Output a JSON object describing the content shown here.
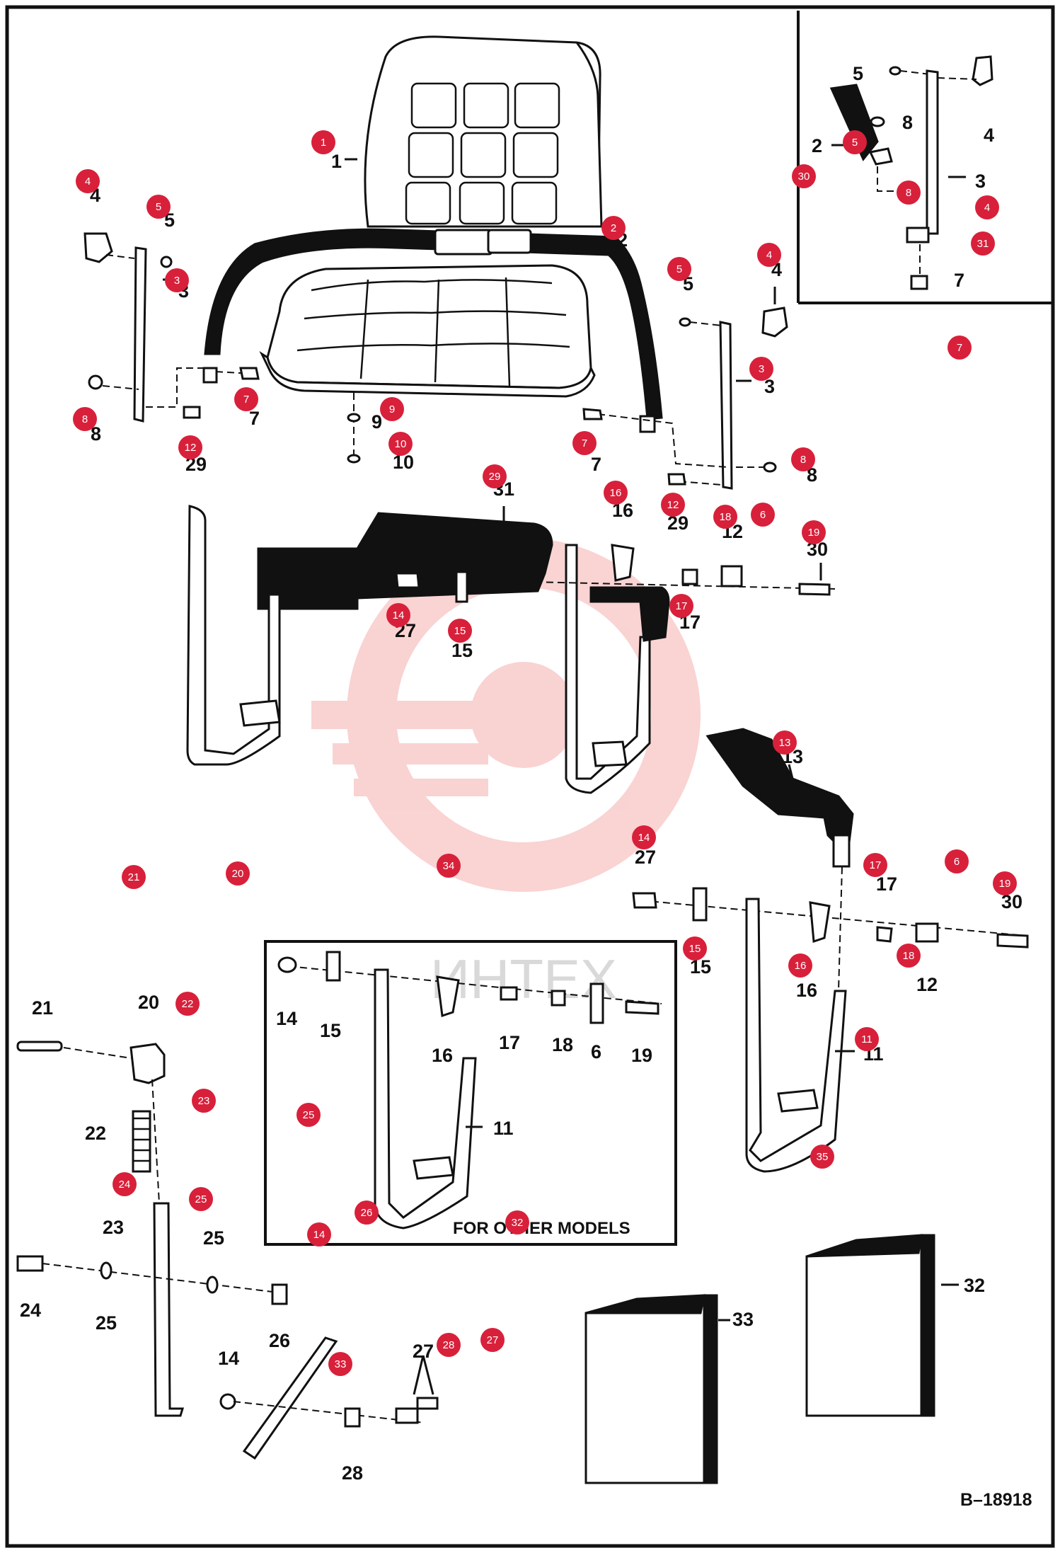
{
  "diagram": {
    "inset_note": "FOR OTHER MODELS",
    "drawing_code": "B–18918",
    "watermark": "ИНТЕХ",
    "colors": {
      "marker": "#d8203a",
      "line": "#111111",
      "watermark": "#f2b8b8"
    }
  },
  "part_labels": [
    {
      "id": "l1",
      "text": "1"
    },
    {
      "id": "l2",
      "text": "2"
    },
    {
      "id": "l3a",
      "text": "3"
    },
    {
      "id": "l4a",
      "text": "4"
    },
    {
      "id": "l5a",
      "text": "5"
    },
    {
      "id": "l7a",
      "text": "7"
    },
    {
      "id": "l8a",
      "text": "8"
    },
    {
      "id": "l29a",
      "text": "29"
    },
    {
      "id": "l9",
      "text": "9"
    },
    {
      "id": "l10",
      "text": "10"
    },
    {
      "id": "l5b",
      "text": "5"
    },
    {
      "id": "l4b",
      "text": "4"
    },
    {
      "id": "l3b",
      "text": "3"
    },
    {
      "id": "l7b",
      "text": "7"
    },
    {
      "id": "l8b",
      "text": "8"
    },
    {
      "id": "l29b",
      "text": "29"
    },
    {
      "id": "l31",
      "text": "31"
    },
    {
      "id": "l16a",
      "text": "16"
    },
    {
      "id": "l12a",
      "text": "12"
    },
    {
      "id": "l30a",
      "text": "30"
    },
    {
      "id": "l27a",
      "text": "27"
    },
    {
      "id": "l15a",
      "text": "15"
    },
    {
      "id": "l17a",
      "text": "17"
    },
    {
      "id": "l13",
      "text": "13"
    },
    {
      "id": "l27b",
      "text": "27"
    },
    {
      "id": "l17b",
      "text": "17"
    },
    {
      "id": "l30b",
      "text": "30"
    },
    {
      "id": "l15b",
      "text": "15"
    },
    {
      "id": "l16b",
      "text": "16"
    },
    {
      "id": "l12b",
      "text": "12"
    },
    {
      "id": "l11a",
      "text": "11"
    },
    {
      "id": "l14i",
      "text": "14"
    },
    {
      "id": "l15i",
      "text": "15"
    },
    {
      "id": "l16i",
      "text": "16"
    },
    {
      "id": "l17i",
      "text": "17"
    },
    {
      "id": "l18i",
      "text": "18"
    },
    {
      "id": "l6i",
      "text": "6"
    },
    {
      "id": "l19i",
      "text": "19"
    },
    {
      "id": "l11i",
      "text": "11"
    },
    {
      "id": "l21",
      "text": "21"
    },
    {
      "id": "l20",
      "text": "20"
    },
    {
      "id": "l22",
      "text": "22"
    },
    {
      "id": "l23",
      "text": "23"
    },
    {
      "id": "l25a",
      "text": "25"
    },
    {
      "id": "l24",
      "text": "24"
    },
    {
      "id": "l25b",
      "text": "25"
    },
    {
      "id": "l26",
      "text": "26"
    },
    {
      "id": "l14b",
      "text": "14"
    },
    {
      "id": "l27c",
      "text": "27"
    },
    {
      "id": "l28",
      "text": "28"
    },
    {
      "id": "l33",
      "text": "33"
    },
    {
      "id": "l32",
      "text": "32"
    },
    {
      "id": "lr5",
      "text": "5"
    },
    {
      "id": "lr4",
      "text": "4"
    },
    {
      "id": "lr8",
      "text": "8"
    },
    {
      "id": "lr2",
      "text": "2"
    },
    {
      "id": "lr3",
      "text": "3"
    },
    {
      "id": "lr7",
      "text": "7"
    }
  ],
  "markers": [
    {
      "id": "m1",
      "text": "1"
    },
    {
      "id": "m2",
      "text": "2"
    },
    {
      "id": "m3",
      "text": "3"
    },
    {
      "id": "m4",
      "text": "4"
    },
    {
      "id": "m5",
      "text": "5"
    },
    {
      "id": "m7",
      "text": "7"
    },
    {
      "id": "m8",
      "text": "8"
    },
    {
      "id": "m12",
      "text": "12"
    },
    {
      "id": "m9",
      "text": "9"
    },
    {
      "id": "m10",
      "text": "10"
    },
    {
      "id": "m5b",
      "text": "5"
    },
    {
      "id": "m4b",
      "text": "4"
    },
    {
      "id": "m3b",
      "text": "3"
    },
    {
      "id": "m7b",
      "text": "7"
    },
    {
      "id": "m8b",
      "text": "8"
    },
    {
      "id": "m12b",
      "text": "12"
    },
    {
      "id": "m29",
      "text": "29"
    },
    {
      "id": "m16",
      "text": "16"
    },
    {
      "id": "m18",
      "text": "18"
    },
    {
      "id": "m6",
      "text": "6"
    },
    {
      "id": "m19",
      "text": "19"
    },
    {
      "id": "m17",
      "text": "17"
    },
    {
      "id": "m14",
      "text": "14"
    },
    {
      "id": "m15",
      "text": "15"
    },
    {
      "id": "m13",
      "text": "13"
    },
    {
      "id": "m14b",
      "text": "14"
    },
    {
      "id": "m17b",
      "text": "17"
    },
    {
      "id": "m6b",
      "text": "6"
    },
    {
      "id": "m19b",
      "text": "19"
    },
    {
      "id": "m15b",
      "text": "15"
    },
    {
      "id": "m16b",
      "text": "16"
    },
    {
      "id": "m18b",
      "text": "18"
    },
    {
      "id": "m11",
      "text": "11"
    },
    {
      "id": "m21",
      "text": "21"
    },
    {
      "id": "m20",
      "text": "20"
    },
    {
      "id": "m34",
      "text": "34"
    },
    {
      "id": "m22",
      "text": "22"
    },
    {
      "id": "m23",
      "text": "23"
    },
    {
      "id": "m25",
      "text": "25"
    },
    {
      "id": "m24",
      "text": "24"
    },
    {
      "id": "m25b",
      "text": "25"
    },
    {
      "id": "m26",
      "text": "26"
    },
    {
      "id": "m14c",
      "text": "14"
    },
    {
      "id": "m32",
      "text": "32"
    },
    {
      "id": "m28",
      "text": "28"
    },
    {
      "id": "m27",
      "text": "27"
    },
    {
      "id": "m33",
      "text": "33"
    },
    {
      "id": "m35",
      "text": "35"
    },
    {
      "id": "m7r",
      "text": "7"
    },
    {
      "id": "mr5",
      "text": "5"
    },
    {
      "id": "mr30",
      "text": "30"
    },
    {
      "id": "mr8",
      "text": "8"
    },
    {
      "id": "mr4",
      "text": "4"
    },
    {
      "id": "mr31",
      "text": "31"
    }
  ]
}
